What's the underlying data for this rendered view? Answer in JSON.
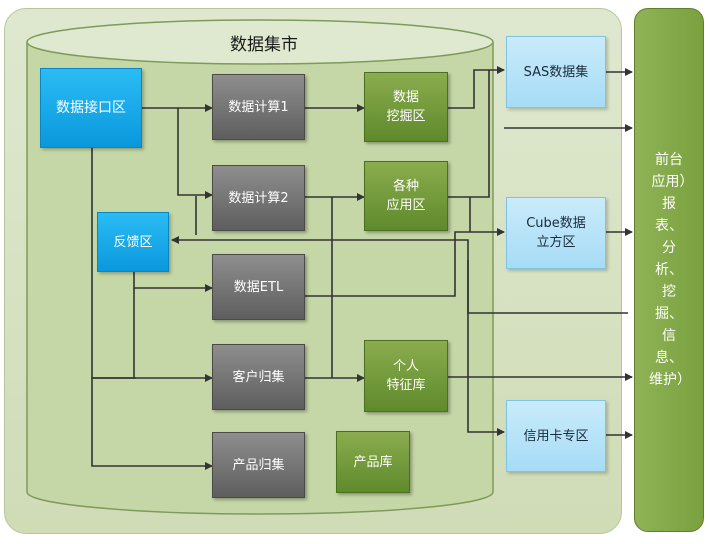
{
  "title": "数据集市",
  "boxes": {
    "data_interface": "数据接口区",
    "feedback": "反馈区",
    "calc1": "数据计算1",
    "calc2": "数据计算2",
    "etl": "数据ETL",
    "customer": "客户归集",
    "product": "产品归集",
    "mining": "数据\n挖掘区",
    "apps": "各种\n应用区",
    "personal": "个人\n特征库",
    "product_lib": "产品库",
    "sas": "SAS数据集",
    "cube": "Cube数据\n立方区",
    "credit_card": "信用卡专区"
  },
  "front_app": "前台应用）报表、分析、挖掘、信息、维护）"
}
